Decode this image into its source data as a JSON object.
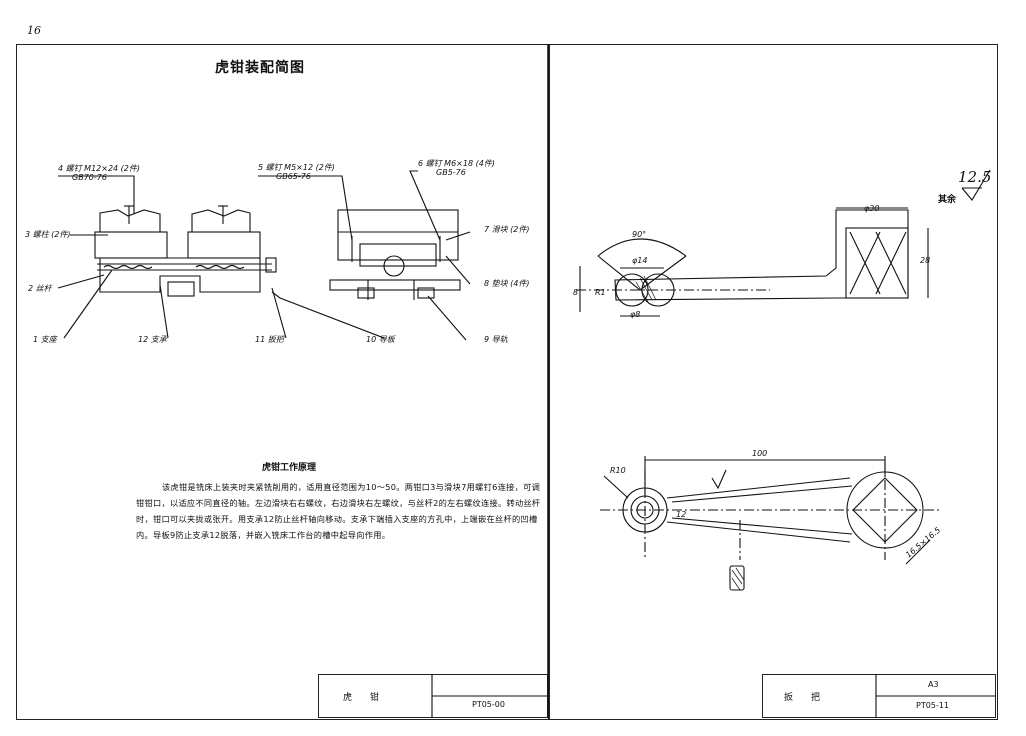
{
  "page_number": "16",
  "left_sheet": {
    "title": "虎钳装配简图",
    "callouts": {
      "c4": "4 螺钉 M12×24 (2件)",
      "c4_std": "GB70-76",
      "c3": "3 螺柱 (2件)",
      "c2": "2 丝杆",
      "c1": "1 支座",
      "c12": "12 支承",
      "c11": "11 扳把",
      "c10": "10 导板",
      "c5": "5 螺钉 M5×12 (2件)",
      "c5_std": "GB65-76",
      "c6": "6 螺钉 M6×18 (4件)",
      "c6_std": "GB5-76",
      "c7": "7 滑块 (2件)",
      "c8": "8 垫块 (4件)",
      "c9": "9 导轨"
    },
    "description_title": "虎钳工作原理",
    "description": "该虎钳是铣床上装夹时夹紧铣削用的，适用直径范围为10～50。两钳口3与滑块7用螺钉6连接，可调钳钳口，以适应不同直径的轴。左边滑块右右螺纹，右边滑块右左螺纹，与丝杆2的左右螺纹连接。转动丝杆时，钳口可以夹拢或张开。用支承12防止丝杆轴向移动。支承下端插入支座的方孔中，上端嵌在丝杆的凹槽内。导板9防止支承12脱落，并嵌入铣床工作台的槽中起导向作用。",
    "title_block": {
      "name": "虎　　钳",
      "code": "PT05-00"
    }
  },
  "right_sheet": {
    "surface_roughness": "12.5",
    "surface_note": "其余",
    "dims": {
      "angle": "90°",
      "d14": "φ14",
      "d8": "φ8",
      "r1": "R1",
      "d30": "φ30",
      "h28": "28",
      "a": "8",
      "len100": "100",
      "r10": "R10",
      "h12": "12",
      "sq": "16.5×16.5"
    },
    "title_block": {
      "name": "扳　　把",
      "scale": "A3",
      "code": "PT05-11"
    }
  }
}
